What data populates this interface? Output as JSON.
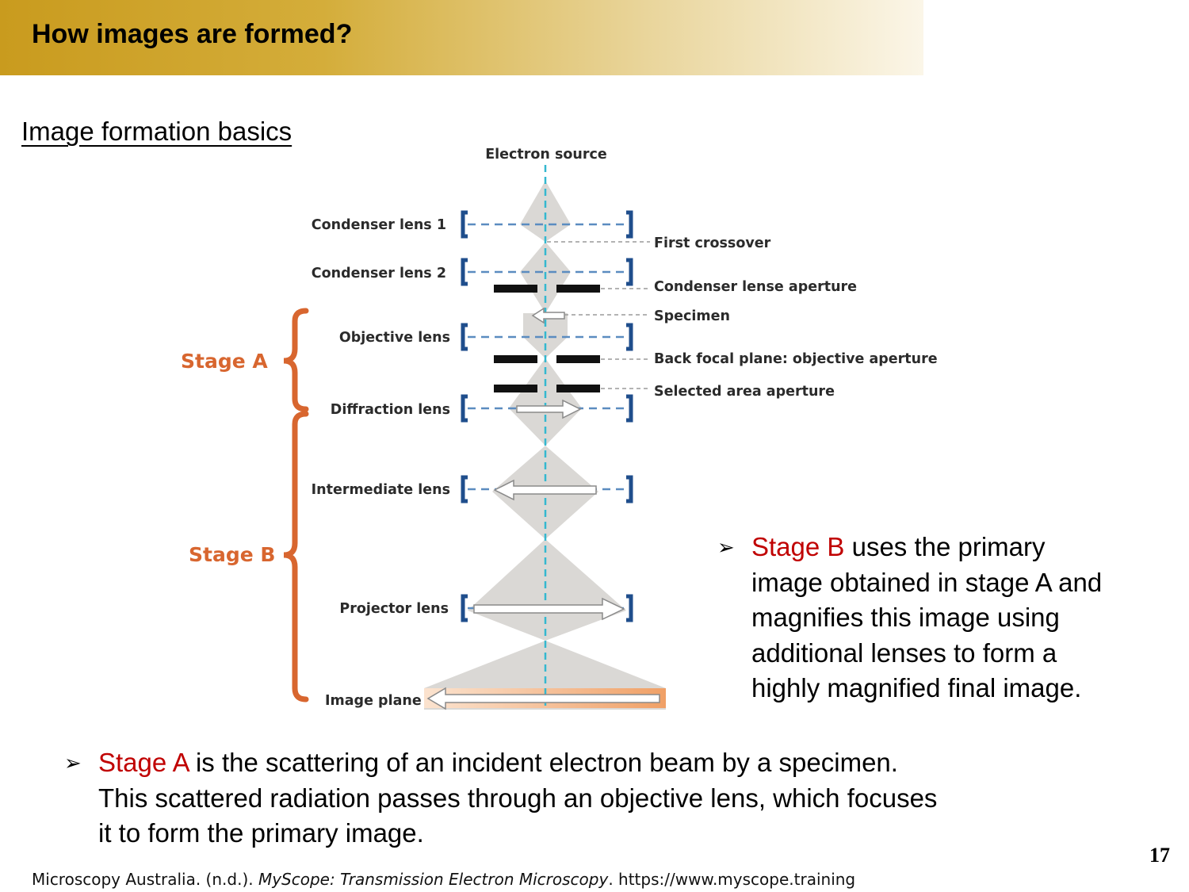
{
  "header": {
    "title": "How images are formed?"
  },
  "subtitle": "Image formation basics",
  "diagram": {
    "top_label": "Electron source",
    "lenses": [
      {
        "label": "Condenser lens 1"
      },
      {
        "label": "Condenser lens 2"
      },
      {
        "label": "Objective lens"
      },
      {
        "label": "Diffraction lens"
      },
      {
        "label": "Intermediate lens"
      },
      {
        "label": "Projector lens"
      },
      {
        "label": "Image plane"
      }
    ],
    "right_labels": [
      "First crossover",
      "Condenser lense aperture",
      "Specimen",
      "Back focal plane: objective aperture",
      "Selected area aperture"
    ],
    "stages": [
      "Stage A",
      "Stage B"
    ],
    "colors": {
      "lens_blue": "#1f4e8c",
      "beam_cyan": "#34b8cf",
      "stage_orange": "#d8662f",
      "beam_gray": "#d9d7d4"
    }
  },
  "bullets": {
    "stage_b": {
      "highlight": "Stage B",
      "rest_line1": " uses the primary",
      "lines": [
        "image obtained in stage A and",
        "magnifies this image using",
        "additional lenses to form a",
        "highly magnified final image."
      ]
    },
    "stage_a": {
      "highlight": "Stage A",
      "rest_line1": " is the scattering of an incident electron beam by a specimen.",
      "lines": [
        "This scattered radiation passes through an objective lens, which focuses",
        "it to form the primary image."
      ]
    },
    "icon": "arrow-bullet-icon"
  },
  "page_number": "17",
  "citation": {
    "prefix": "Microscopy Australia. (n.d.). ",
    "title": "MyScope: Transmission Electron Microscopy",
    "suffix": ". https://www.myscope.training"
  }
}
